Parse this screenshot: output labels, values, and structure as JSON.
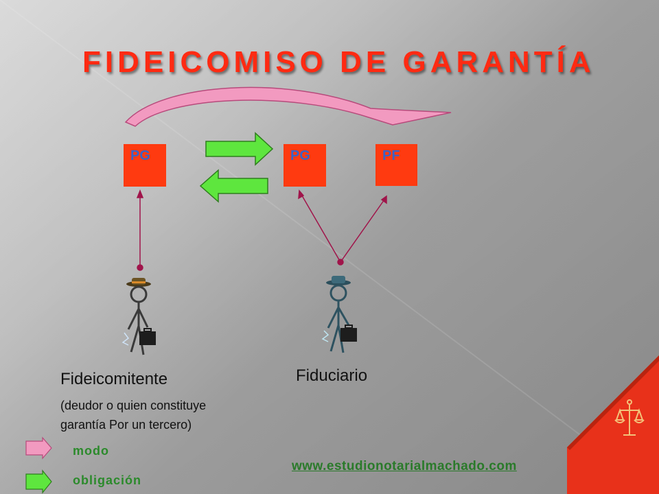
{
  "slide": {
    "title": "FIDEICOMISO  DE  GARANTÍA",
    "boxes": [
      {
        "label": "PG"
      },
      {
        "label": "PG"
      },
      {
        "label": "PF"
      }
    ],
    "parties": {
      "fideicomitente": {
        "name": "Fideicomitente",
        "desc_line1": "(deudor o quien  constituye",
        "desc_line2": "garantía Por un tercero)"
      },
      "fiduciario": {
        "name": "Fiduciario"
      }
    },
    "legend": {
      "modo": "modo",
      "obligacion": "obligación"
    },
    "url": "www.estudionotarialmachado.com"
  },
  "colors": {
    "title": "#ff2a12",
    "box_fill": "#ff3a10",
    "box_text": "#3a63c6",
    "green_arrow": "#5ee63e",
    "pink_arrow": "#f29ac0",
    "connector": "#a0144a",
    "corner_triangle": "#e8311a",
    "legend_text": "#2b8a2b"
  },
  "icons": [
    "stick-figure-icon",
    "briefcase-icon",
    "hat-icon",
    "scales-of-justice-icon"
  ]
}
